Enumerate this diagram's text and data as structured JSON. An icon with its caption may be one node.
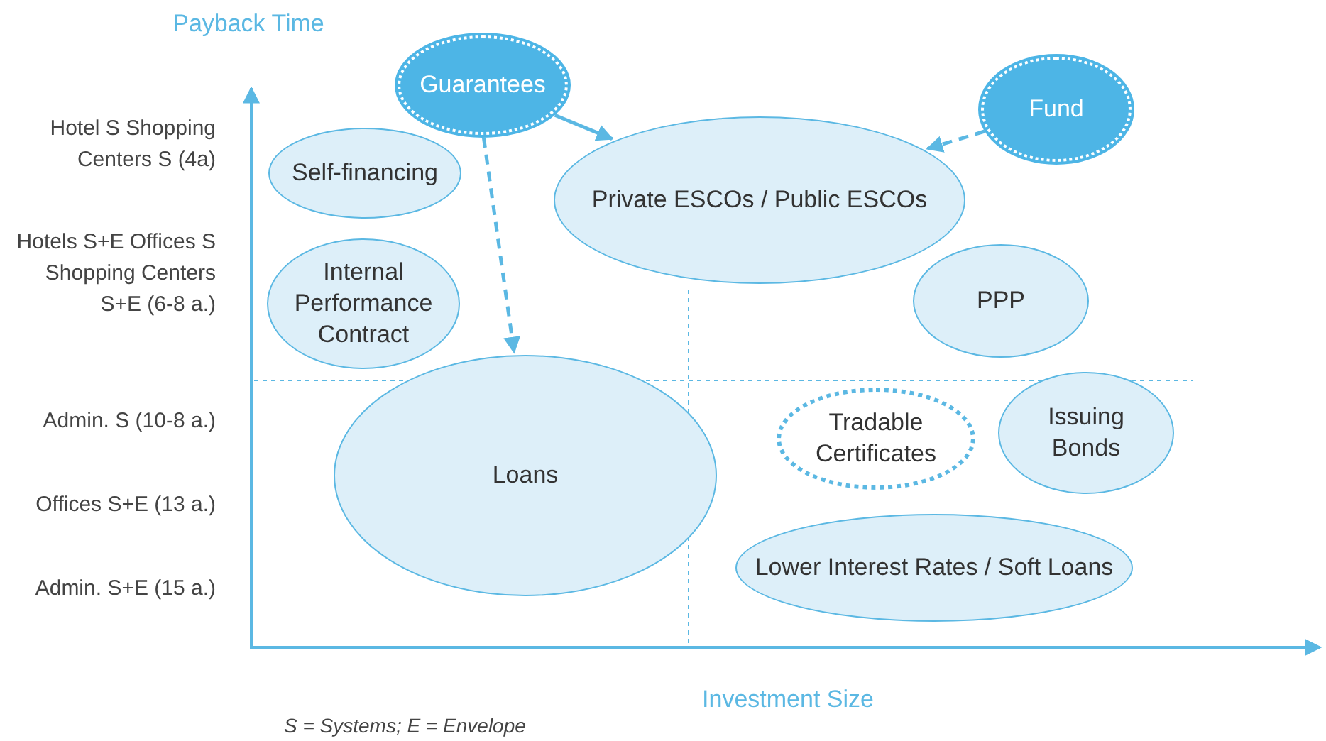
{
  "diagram": {
    "nodes": [
      {
        "text": [
          "Guarantees"
        ]
      },
      {
        "text": [
          "Fund"
        ]
      },
      {
        "text": [
          "Self-financing"
        ]
      },
      {
        "text": [
          "Private ESCOs / Public ESCOs"
        ]
      },
      {
        "text": [
          "Internal Performance Contract"
        ]
      },
      {
        "text": [
          "PPP"
        ]
      },
      {
        "text": [
          "Loans"
        ]
      },
      {
        "text": [
          "Tradable Certificates"
        ]
      },
      {
        "text": [
          "Issuing Bonds"
        ]
      },
      {
        "text": [
          "Lower Interest Rates / Soft Loans"
        ]
      }
    ],
    "edges": [
      {
        "from": 0,
        "to": 3,
        "arrow": "to"
      },
      {
        "from": 0,
        "to": 6,
        "arrow": "to",
        "style": "dashed"
      },
      {
        "from": 1,
        "to": 3,
        "arrow": "to",
        "style": "dashed"
      }
    ],
    "labels": [
      "Payback Time",
      "Hotel S Shopping Centers S (4a)",
      "Hotels S+E Offices S Shopping Centers S+E (6-8 a.)",
      "Admin. S (10-8 a.)",
      "Offices S+E (13 a.)",
      "Admin. S+E (15 a.)",
      "Investment Size",
      "S = Systems; E = Envelope"
    ]
  }
}
